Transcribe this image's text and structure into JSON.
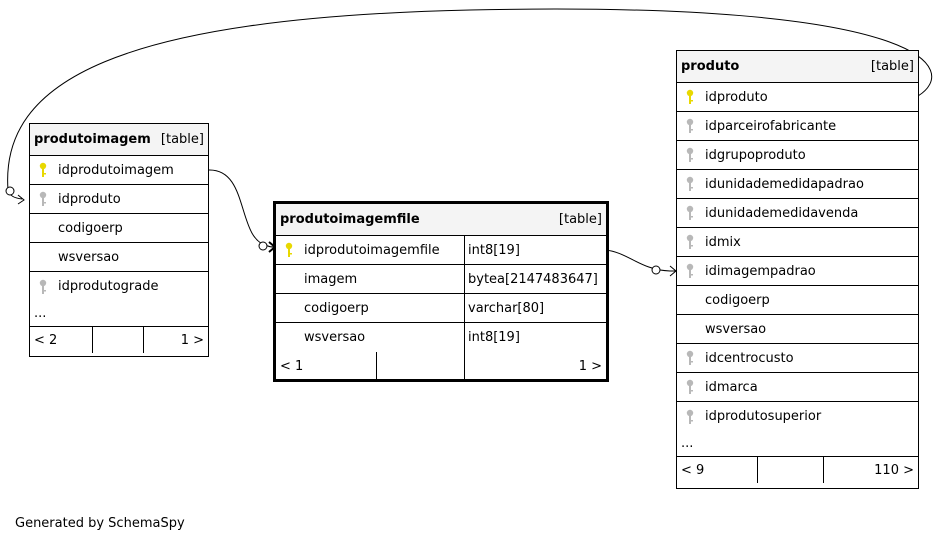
{
  "footer_text": "Generated by SchemaSpy",
  "colors": {
    "primary_key": "#e8d800",
    "foreign_key": "#b8b8b8",
    "header_bg": "#f4f4f4"
  },
  "tables": {
    "produtoimagem": {
      "name": "produtoimagem",
      "type": "[table]",
      "columns": [
        {
          "name": "idprodutoimagem",
          "key": "primary-key-icon"
        },
        {
          "name": "idproduto",
          "key": "foreign-key-icon"
        },
        {
          "name": "codigoerp",
          "key": ""
        },
        {
          "name": "wsversao",
          "key": ""
        },
        {
          "name": "idprodutograde",
          "key": "foreign-key-icon"
        }
      ],
      "ellipsis": "...",
      "parents": "< 2",
      "children": "1 >"
    },
    "produtoimagemfile": {
      "name": "produtoimagemfile",
      "type": "[table]",
      "columns": [
        {
          "name": "idprodutoimagemfile",
          "type": "int8[19]",
          "key": "primary-key-icon"
        },
        {
          "name": "imagem",
          "type": "bytea[2147483647]",
          "key": ""
        },
        {
          "name": "codigoerp",
          "type": "varchar[80]",
          "key": ""
        },
        {
          "name": "wsversao",
          "type": "int8[19]",
          "key": ""
        }
      ],
      "parents": "< 1",
      "children": "1 >"
    },
    "produto": {
      "name": "produto",
      "type": "[table]",
      "columns": [
        {
          "name": "idproduto",
          "key": "primary-key-icon"
        },
        {
          "name": "idparceirofabricante",
          "key": "foreign-key-icon"
        },
        {
          "name": "idgrupoproduto",
          "key": "foreign-key-icon"
        },
        {
          "name": "idunidademedidapadrao",
          "key": "foreign-key-icon"
        },
        {
          "name": "idunidademedidavenda",
          "key": "foreign-key-icon"
        },
        {
          "name": "idmix",
          "key": "foreign-key-icon"
        },
        {
          "name": "idimagempadrao",
          "key": "foreign-key-icon"
        },
        {
          "name": "codigoerp",
          "key": ""
        },
        {
          "name": "wsversao",
          "key": ""
        },
        {
          "name": "idcentrocusto",
          "key": "foreign-key-icon"
        },
        {
          "name": "idmarca",
          "key": "foreign-key-icon"
        },
        {
          "name": "idprodutosuperior",
          "key": "foreign-key-icon"
        }
      ],
      "ellipsis": "...",
      "parents": "< 9",
      "children": "110 >"
    }
  }
}
